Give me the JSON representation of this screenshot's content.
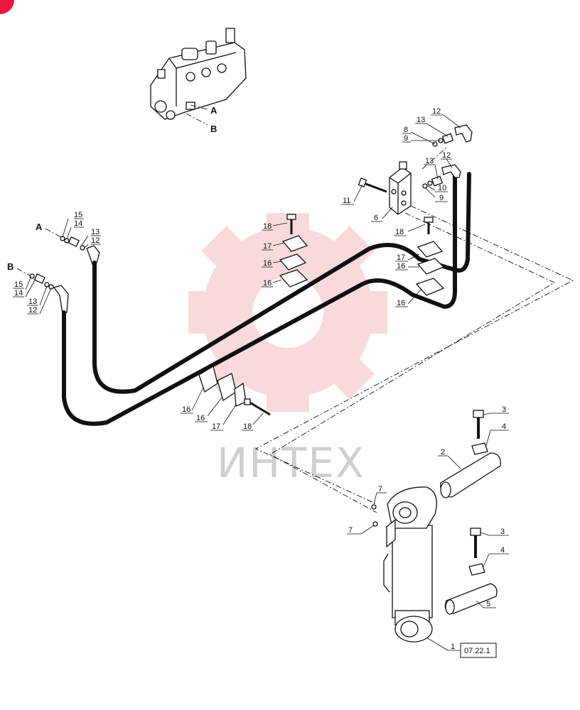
{
  "callouts": [
    "1",
    "2",
    "3",
    "3",
    "4",
    "4",
    "5",
    "6",
    "7",
    "7",
    "8",
    "9",
    "9",
    "10",
    "11",
    "12",
    "12",
    "12",
    "12",
    "13",
    "13",
    "13",
    "13",
    "14",
    "14",
    "15",
    "15",
    "16",
    "16",
    "16",
    "16",
    "16",
    "16",
    "17",
    "17",
    "17",
    "18",
    "18",
    "18"
  ],
  "port_labels": {
    "a": "A",
    "b": "B"
  },
  "reference": "07.22.1",
  "watermark": "ИНТЕХ",
  "colors": {
    "watermark_red": "#e85a5a",
    "corner_mark": "#e8193c"
  }
}
